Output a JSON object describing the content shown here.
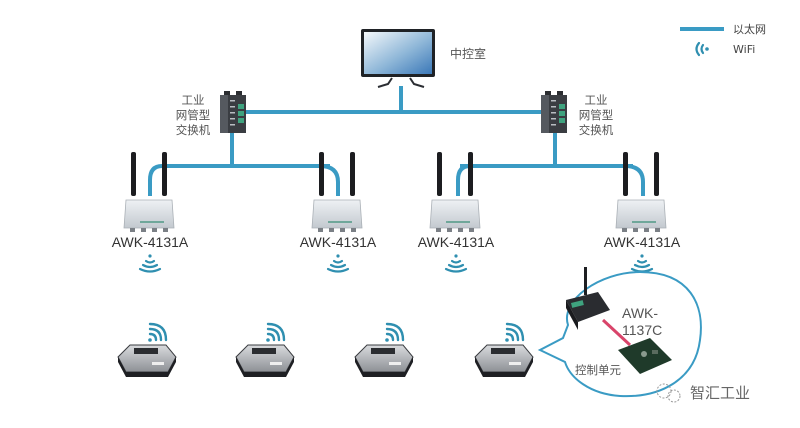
{
  "colors": {
    "ethernet": "#3a9bc4",
    "wifi": "#2f8fb0",
    "serial_cable": "#d9446a",
    "label_text": "#555555",
    "device_dark": "#2d2f33",
    "device_light": "#d8dde2"
  },
  "legend": {
    "ethernet_label": "以太网",
    "wifi_label": "WiFi",
    "ethernet_icon": "line-icon",
    "wifi_icon": "wifi-icon"
  },
  "control_room": {
    "label": "中控室",
    "icon": "monitor-icon"
  },
  "switches": [
    {
      "label_lines": [
        "工业",
        "网管型",
        "交换机"
      ],
      "icon": "switch-icon"
    },
    {
      "label_lines": [
        "工业",
        "网管型",
        "交换机"
      ],
      "icon": "switch-icon"
    }
  ],
  "access_points": [
    {
      "label": "AWK-4131A",
      "icon": "access-point-icon"
    },
    {
      "label": "AWK-4131A",
      "icon": "access-point-icon"
    },
    {
      "label": "AWK-4131A",
      "icon": "access-point-icon"
    },
    {
      "label": "AWK-4131A",
      "icon": "access-point-icon"
    }
  ],
  "vehicles": [
    {
      "icon": "agv-vehicle-icon"
    },
    {
      "icon": "agv-vehicle-icon"
    },
    {
      "icon": "agv-vehicle-icon"
    },
    {
      "icon": "agv-vehicle-icon"
    }
  ],
  "callout": {
    "client_label_line1": "AWK-",
    "client_label_line2": "1137C",
    "control_unit_label": "控制单元"
  },
  "watermark": {
    "text": "智汇工业"
  }
}
